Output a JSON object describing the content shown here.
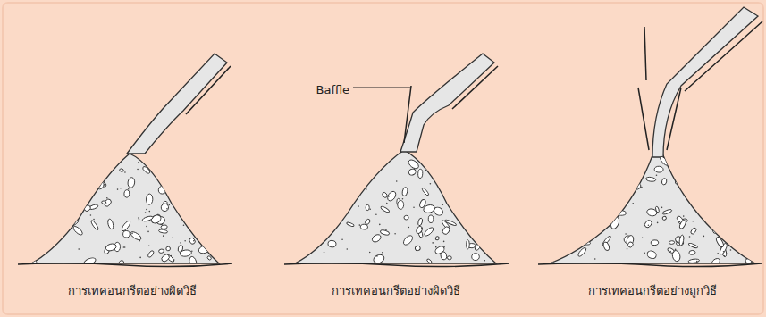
{
  "diagram": {
    "labels": [
      "Baffle",
      "การเทคอนกรีตอย่างผิดวิธี",
      "การเทคอนกรีตอย่างผิดวิธี",
      "การเทคอนกรีตอย่างถูกวิธี"
    ]
  }
}
